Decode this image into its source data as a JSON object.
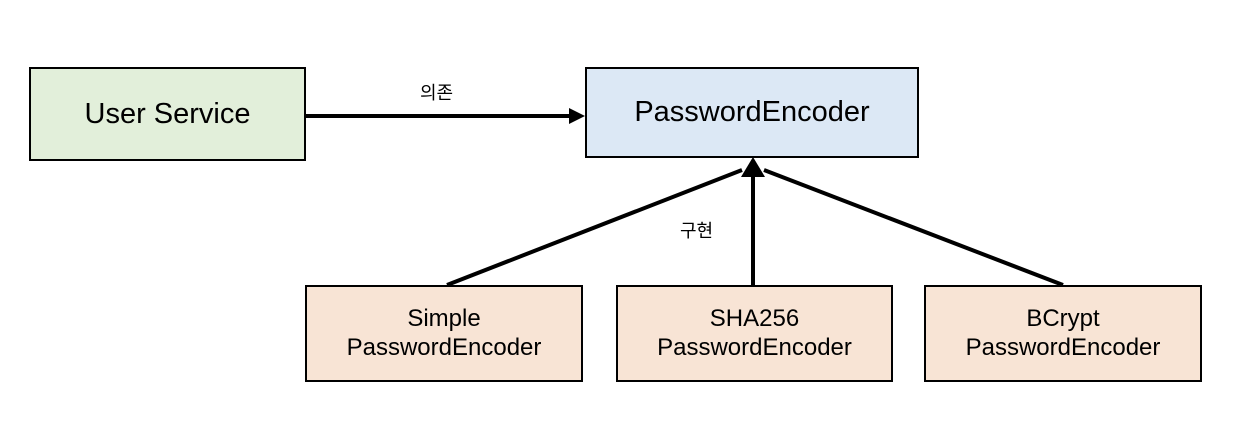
{
  "diagram": {
    "title": "PasswordEncoder dependency and implementation diagram",
    "colors": {
      "consumer_fill": "#e2efda",
      "interface_fill": "#dce8f5",
      "implementation_fill": "#f8e4d5",
      "stroke": "#000000",
      "background": "#ffffff"
    },
    "nodes": {
      "consumer": {
        "label": "User Service",
        "role": "service-class"
      },
      "interface": {
        "label": "PasswordEncoder",
        "role": "interface"
      },
      "implementations": [
        {
          "label": "Simple\nPasswordEncoder",
          "role": "implementation"
        },
        {
          "label": "SHA256\nPasswordEncoder",
          "role": "implementation"
        },
        {
          "label": "BCrypt\nPasswordEncoder",
          "role": "implementation"
        }
      ]
    },
    "edges": {
      "depends_label": "의존",
      "implements_label": "구현"
    }
  }
}
